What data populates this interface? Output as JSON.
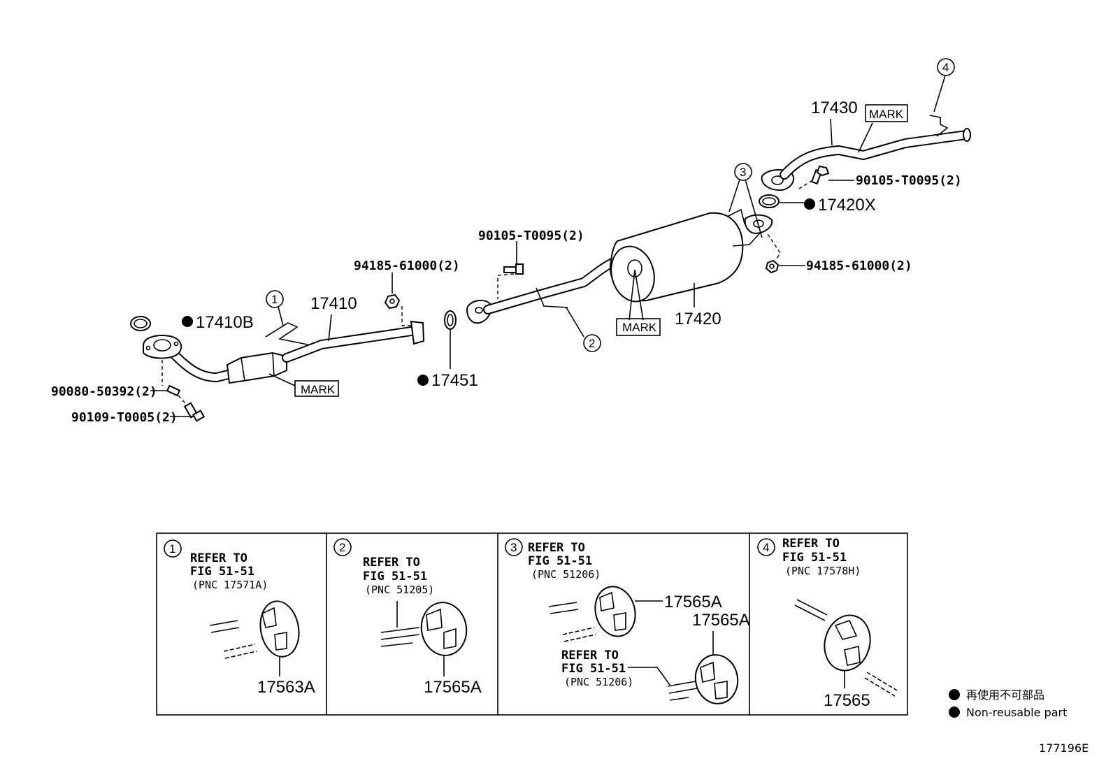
{
  "parts": {
    "p17410B": "17410B",
    "p17410": "17410",
    "p17451": "17451",
    "p17420": "17420",
    "p17430": "17430",
    "p17420X": "17420X",
    "p94185_left": "94185-61000(2)",
    "p94185_right": "94185-61000(2)",
    "p90105_mid": "90105-T0095(2)",
    "p90105_right": "90105-T0095(2)",
    "p90080": "90080-50392(2)",
    "p90109": "90109-T0005(2)"
  },
  "mark_label": "MARK",
  "callouts": [
    "1",
    "2",
    "3",
    "4"
  ],
  "panels": [
    {
      "num": "1",
      "refer": "REFER TO",
      "fig": "FIG 51-51",
      "pnc": "(PNC 17571A)",
      "part": "17563A"
    },
    {
      "num": "2",
      "refer": "REFER TO",
      "fig": "FIG 51-51",
      "pnc": "(PNC 51205)",
      "part": "17565A"
    },
    {
      "num": "3",
      "refer": "REFER TO",
      "fig": "FIG 51-51",
      "pnc": "(PNC 51206)",
      "part": "17565A",
      "part2": "17565A",
      "refer2": "REFER TO",
      "fig2": "FIG 51-51",
      "pnc2": "(PNC 51206)"
    },
    {
      "num": "4",
      "refer": "REFER TO",
      "fig": "FIG 51-51",
      "pnc": "(PNC 17578H)",
      "part": "17565"
    }
  ],
  "legend": {
    "jp": "再使用不可部品",
    "en": "Non-reusable part"
  },
  "figure_id": "177196E"
}
